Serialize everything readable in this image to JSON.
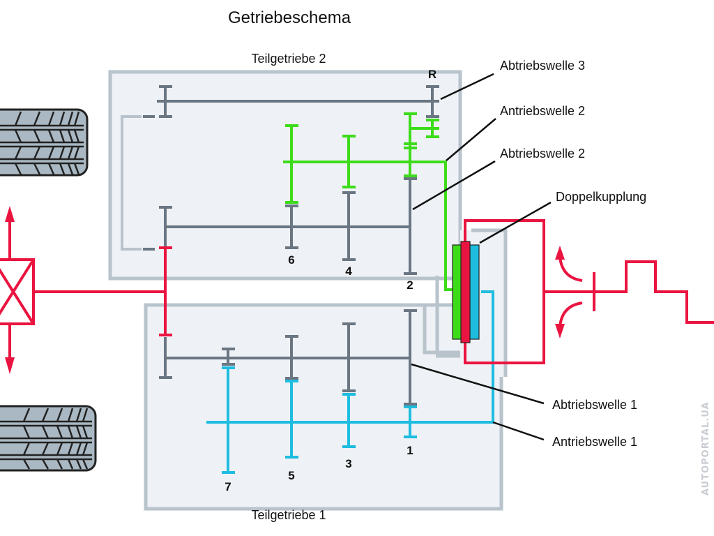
{
  "title": "Getriebeschema",
  "sections": {
    "upper": "Teilgetriebe 2",
    "lower": "Teilgetriebe 1"
  },
  "callouts": {
    "output_shaft_3": "Abtriebswelle 3",
    "input_shaft_2": "Antriebswelle 2",
    "output_shaft_2": "Abtriebswelle 2",
    "dual_clutch": "Doppelkupplung",
    "output_shaft_1": "Abtriebswelle 1",
    "input_shaft_1": "Antriebswelle 1"
  },
  "gears": {
    "reverse": "R",
    "g1": "1",
    "g2": "2",
    "g3": "3",
    "g4": "4",
    "g5": "5",
    "g6": "6",
    "g7": "7"
  },
  "watermark": "AUTOPORTAL.UA",
  "colors": {
    "housing_fill": "#eef1f5",
    "housing_stroke": "#b8c3cc",
    "shaft_gray": "#6b7683",
    "green": "#3ddc1a",
    "cyan": "#1ebde0",
    "red": "#ea1440",
    "tire": "#a9b8c2"
  }
}
